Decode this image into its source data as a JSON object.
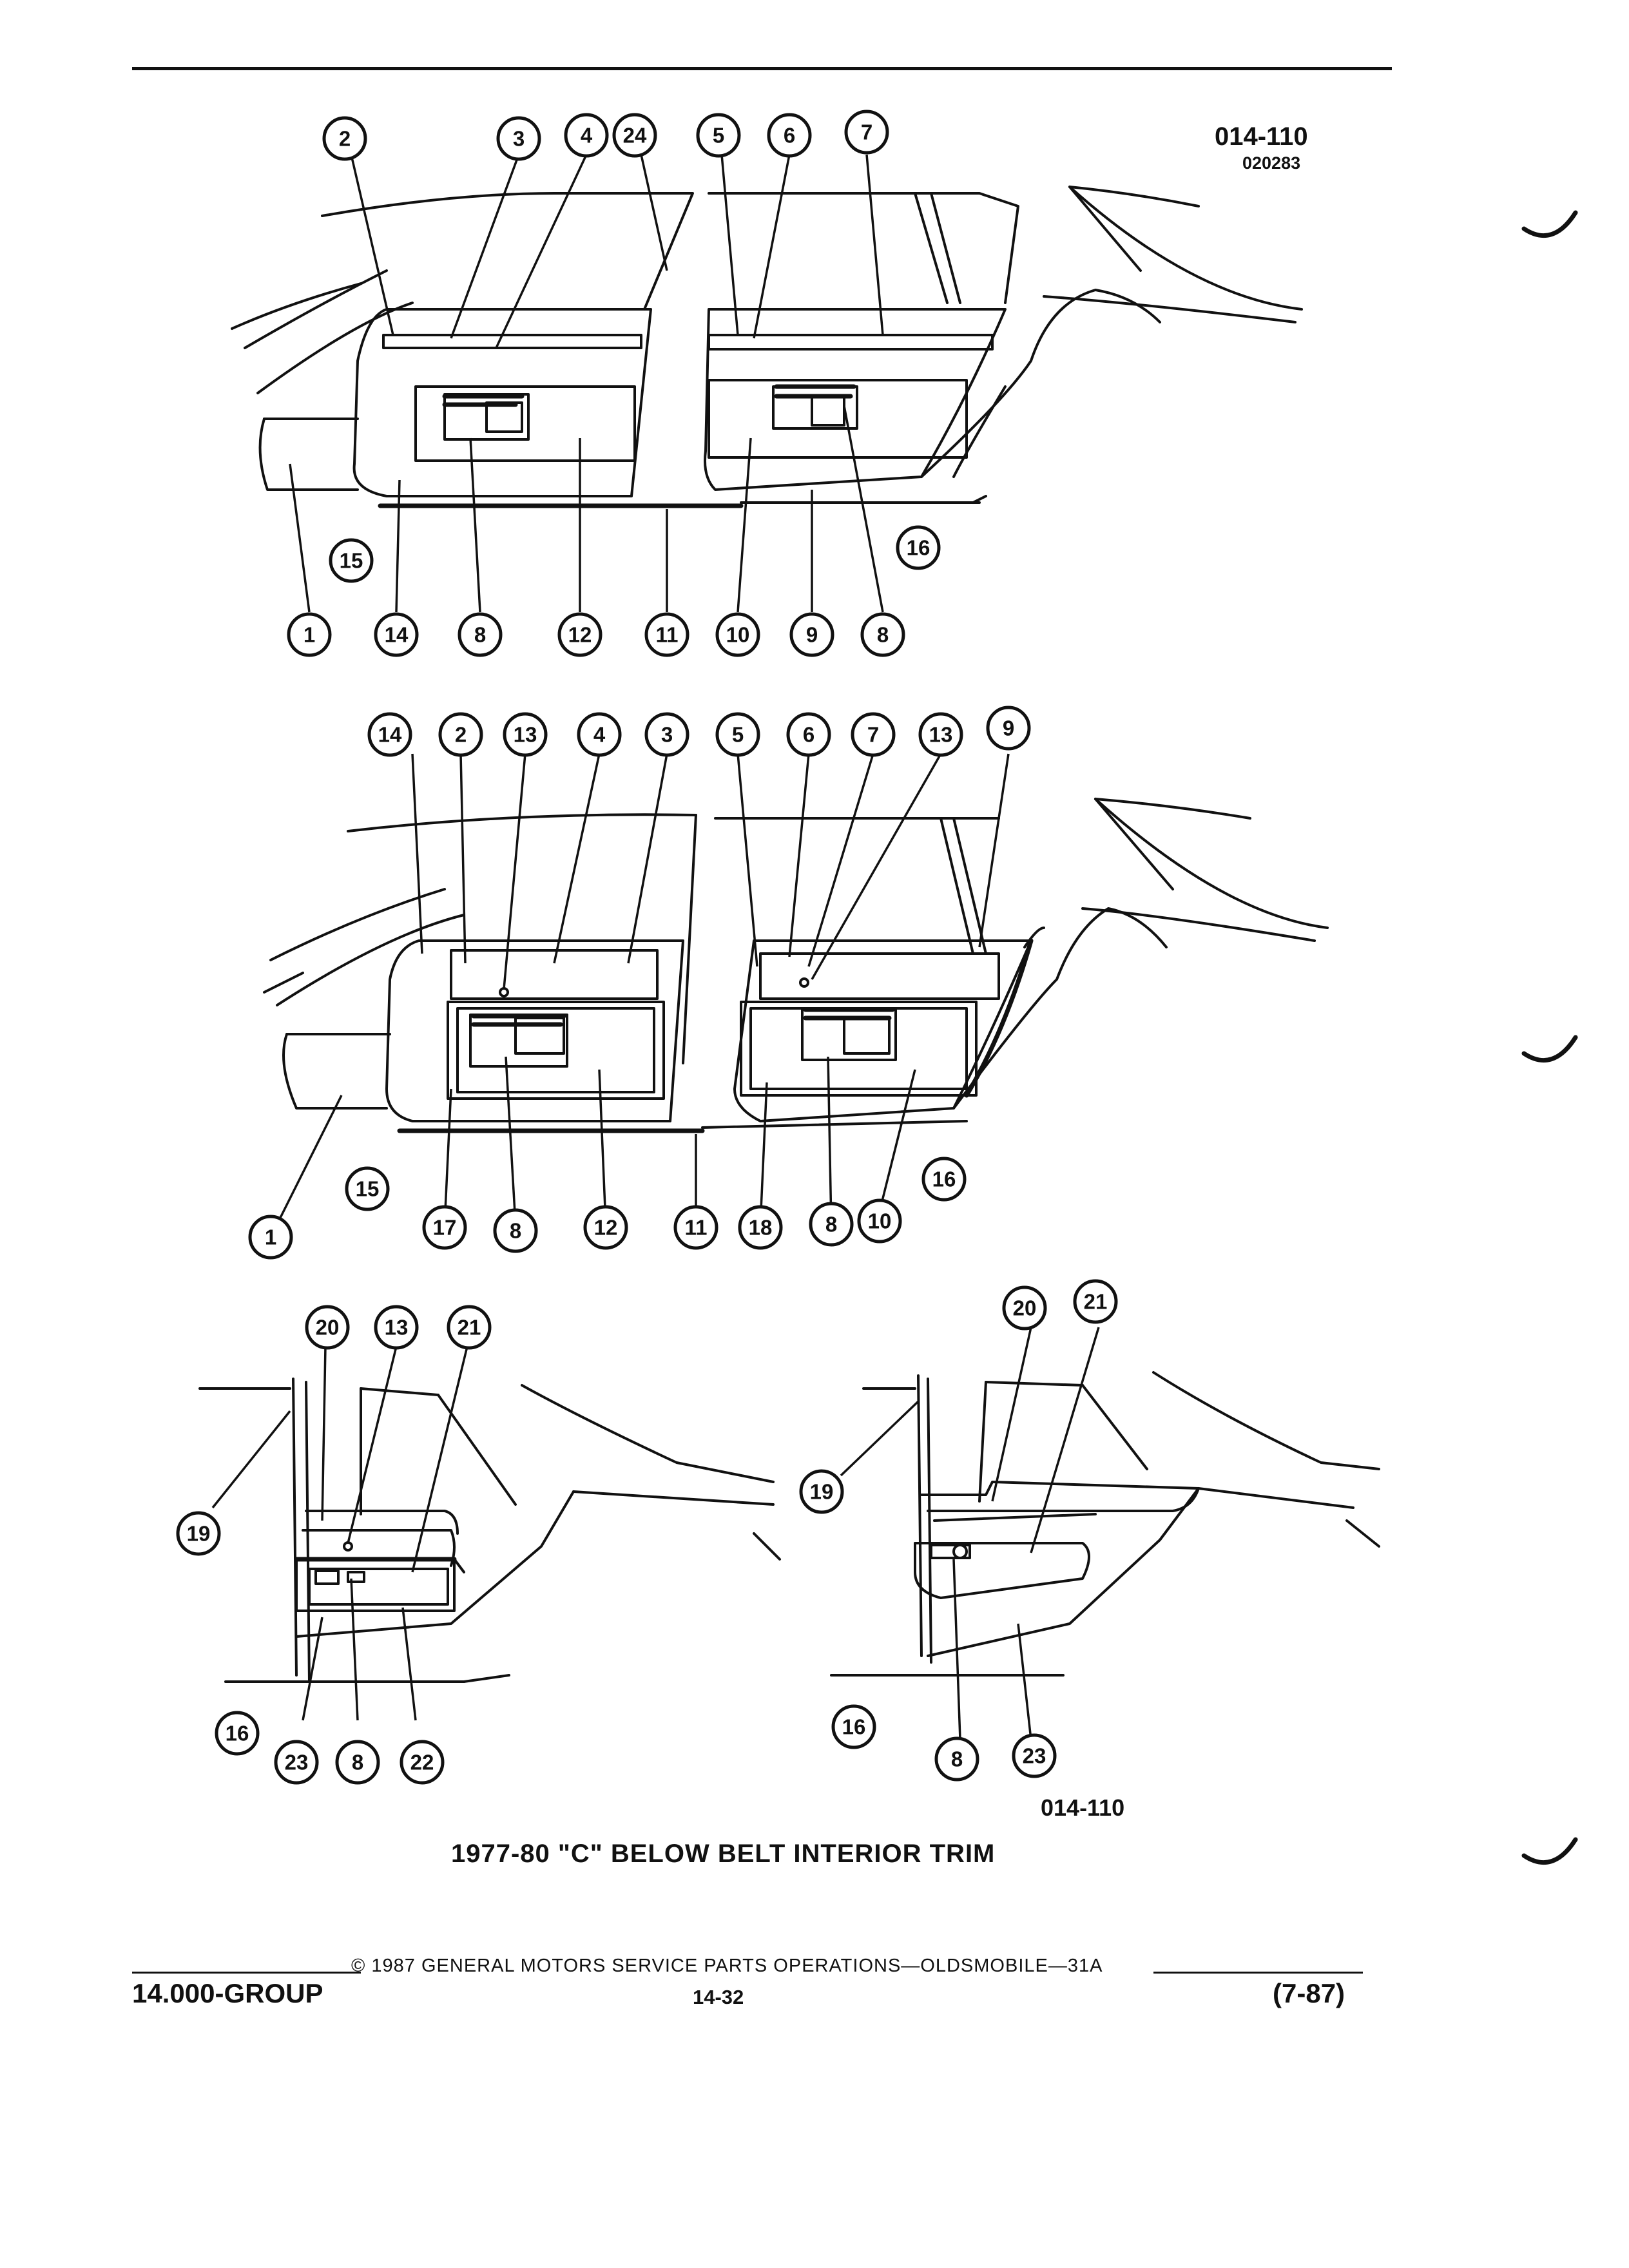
{
  "figure": {
    "id_top": "014-110",
    "sub_id": "020283",
    "id_bottom": "014-110"
  },
  "caption": "1977-80 \"C\" BELOW BELT INTERIOR TRIM",
  "footer": {
    "copyright": "© 1987  GENERAL MOTORS SERVICE PARTS OPERATIONS—OLDSMOBILE—31A",
    "group": "14.000-GROUP",
    "page": "14-32",
    "date": "(7-87)"
  },
  "views": [
    {
      "name": "view-1",
      "callouts": [
        "2",
        "3",
        "4",
        "24",
        "5",
        "6",
        "7",
        "15",
        "16",
        "1",
        "14",
        "8",
        "12",
        "11",
        "10",
        "9",
        "8"
      ]
    },
    {
      "name": "view-2",
      "callouts": [
        "14",
        "2",
        "13",
        "4",
        "3",
        "5",
        "6",
        "7",
        "13",
        "9",
        "15",
        "16",
        "1",
        "17",
        "8",
        "12",
        "11",
        "18",
        "8",
        "10"
      ]
    },
    {
      "name": "view-3",
      "callouts": [
        "20",
        "13",
        "21",
        "19",
        "16",
        "23",
        "8",
        "22"
      ]
    },
    {
      "name": "view-4",
      "callouts": [
        "20",
        "21",
        "19",
        "16",
        "8",
        "23"
      ]
    }
  ]
}
